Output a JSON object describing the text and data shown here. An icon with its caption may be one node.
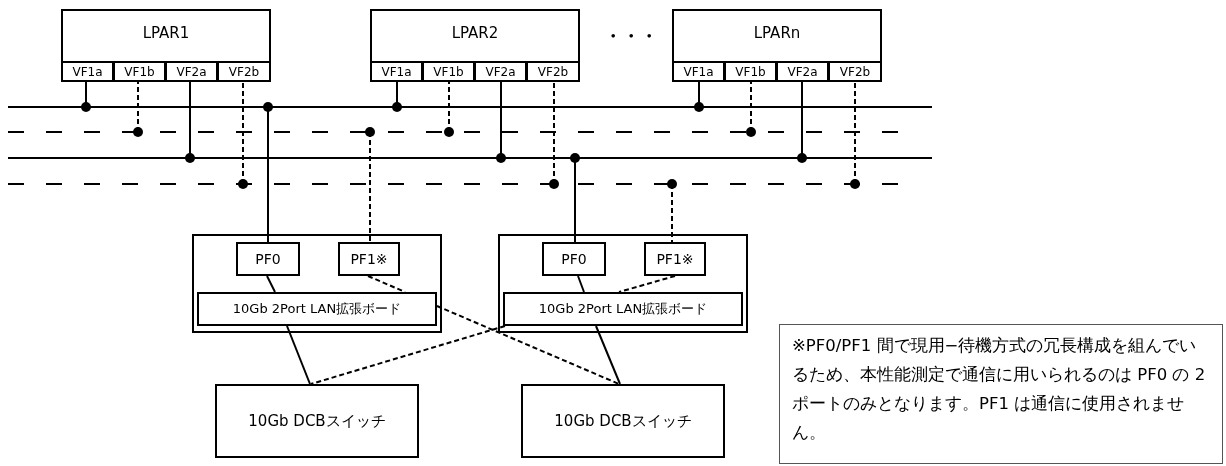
{
  "diagram": {
    "nodes": [
      {
        "text": [
          "LPAR1"
        ]
      },
      {
        "text": [
          "VF1a"
        ],
        "in": 0
      },
      {
        "text": [
          "VF1b"
        ],
        "in": 0
      },
      {
        "text": [
          "VF2a"
        ],
        "in": 0
      },
      {
        "text": [
          "VF2b"
        ],
        "in": 0
      },
      {
        "text": [
          "LPAR2"
        ]
      },
      {
        "text": [
          "VF1a"
        ],
        "in": 5
      },
      {
        "text": [
          "VF1b"
        ],
        "in": 5
      },
      {
        "text": [
          "VF2a"
        ],
        "in": 5
      },
      {
        "text": [
          "VF2b"
        ],
        "in": 5
      },
      {
        "text": [
          "LPARn"
        ]
      },
      {
        "text": [
          "VF1a"
        ],
        "in": 10
      },
      {
        "text": [
          "VF1b"
        ],
        "in": 10
      },
      {
        "text": [
          "VF2a"
        ],
        "in": 10
      },
      {
        "text": [
          "VF2b"
        ],
        "in": 10
      },
      {
        "text": [],
        "shape": "bar"
      },
      {
        "text": [],
        "shape": "bar"
      },
      {
        "text": [],
        "shape": "bar"
      },
      {
        "text": [],
        "shape": "bar"
      },
      {
        "text": [],
        "shape": "box"
      },
      {
        "text": [
          "PF0"
        ],
        "in": 19
      },
      {
        "text": [
          "PF1※"
        ],
        "in": 19
      },
      {
        "text": [
          "10Gb 2Port LAN拡張ボード"
        ],
        "in": 19
      },
      {
        "text": [],
        "shape": "box"
      },
      {
        "text": [
          "PF0"
        ],
        "in": 23
      },
      {
        "text": [
          "PF1※"
        ],
        "in": 23
      },
      {
        "text": [
          "10Gb 2Port LAN拡張ボード"
        ],
        "in": 23
      },
      {
        "text": [
          "10Gb DCBスイッチ"
        ]
      },
      {
        "text": [
          "10Gb DCBスイッチ"
        ]
      },
      {
        "text": [
          "※PF0/PF1 間で現用−待機方式の冗長構成を組んでいるため、本性能測定で通信に用いられるのは PF0 の 2 ポートのみとなります。PF1 は通信に使用されません。"
        ]
      }
    ],
    "edges": [
      {
        "from": 15,
        "to": 1,
        "arrow": "other"
      },
      {
        "from": 16,
        "to": 2,
        "arrow": "other",
        "style": "dashed"
      },
      {
        "from": 17,
        "to": 3,
        "arrow": "other"
      },
      {
        "from": 18,
        "to": 4,
        "arrow": "other",
        "style": "dashed"
      },
      {
        "from": 15,
        "to": 6,
        "arrow": "other"
      },
      {
        "from": 16,
        "to": 7,
        "arrow": "other",
        "style": "dashed"
      },
      {
        "from": 17,
        "to": 8,
        "arrow": "other"
      },
      {
        "from": 18,
        "to": 9,
        "arrow": "other",
        "style": "dashed"
      },
      {
        "from": 15,
        "to": 11,
        "arrow": "other"
      },
      {
        "from": 16,
        "to": 12,
        "arrow": "other",
        "style": "dashed"
      },
      {
        "from": 17,
        "to": 13,
        "arrow": "other"
      },
      {
        "from": 18,
        "to": 14,
        "arrow": "other",
        "style": "dashed"
      },
      {
        "from": 15,
        "to": 20,
        "arrow": "other"
      },
      {
        "from": 16,
        "to": 21,
        "arrow": "other",
        "style": "dashed"
      },
      {
        "from": 17,
        "to": 24,
        "arrow": "other"
      },
      {
        "from": 18,
        "to": 25,
        "arrow": "other",
        "style": "dashed"
      },
      {
        "from": 20,
        "to": 22,
        "arrow": "none"
      },
      {
        "from": 22,
        "to": 27,
        "arrow": "none"
      },
      {
        "from": 21,
        "to": 22,
        "arrow": "none",
        "style": "dashed"
      },
      {
        "from": 22,
        "to": 28,
        "arrow": "none",
        "style": "dashed"
      },
      {
        "from": 24,
        "to": 26,
        "arrow": "none"
      },
      {
        "from": 26,
        "to": 28,
        "arrow": "none"
      },
      {
        "from": 25,
        "to": 26,
        "arrow": "none",
        "style": "dashed"
      },
      {
        "from": 26,
        "to": 27,
        "arrow": "none",
        "style": "dashed"
      }
    ],
    "labels": [
      "・・・"
    ]
  }
}
